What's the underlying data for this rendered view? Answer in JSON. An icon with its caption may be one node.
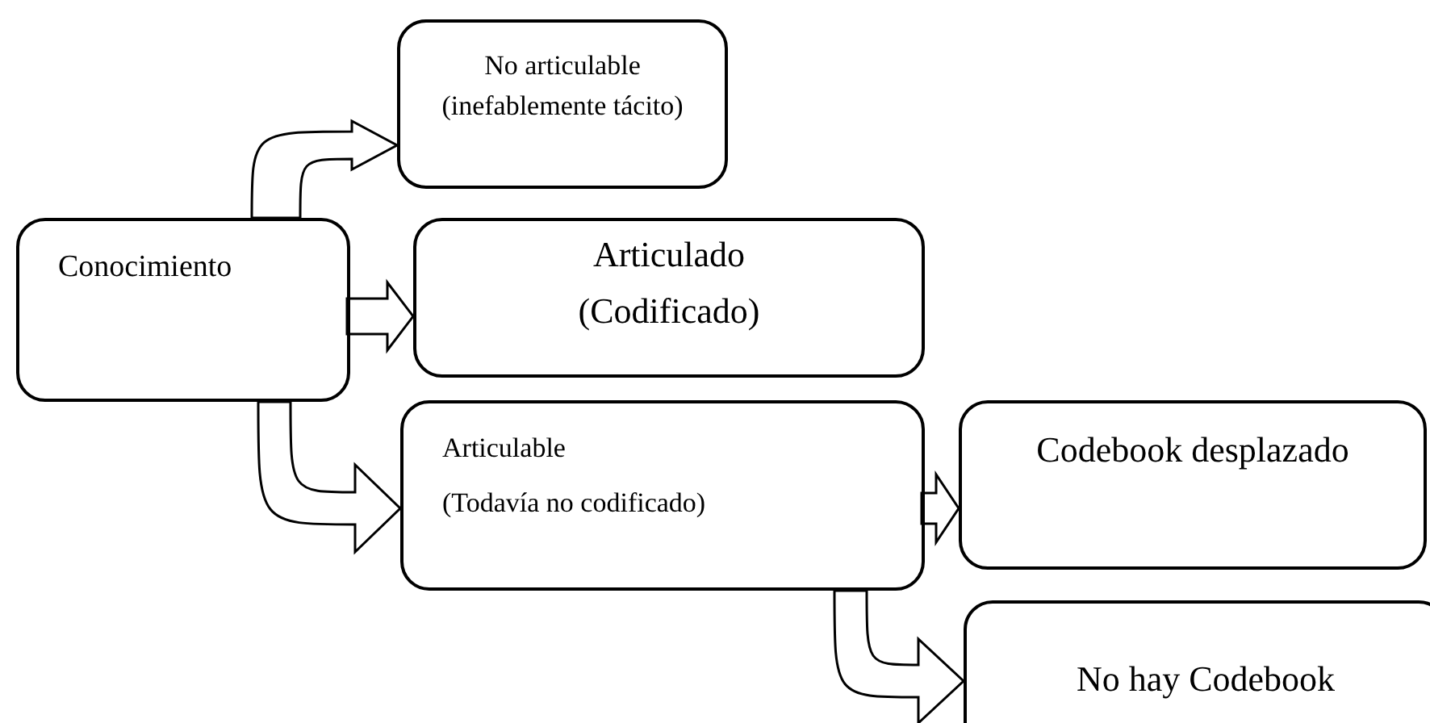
{
  "diagram": {
    "nodes": [
      {
        "text": [
          "Conocimiento"
        ]
      },
      {
        "text": [
          "No articulable",
          "(inefablemente tácito)"
        ]
      },
      {
        "text": [
          "Articulado",
          "(Codificado)"
        ]
      },
      {
        "text": [
          "Articulable",
          "(Todavía no codificado)"
        ]
      },
      {
        "text": [
          "Codebook desplazado"
        ]
      },
      {
        "text": [
          "No hay Codebook"
        ]
      }
    ],
    "edges": [
      {
        "from": 0,
        "to": 1,
        "arrow": "to"
      },
      {
        "from": 0,
        "to": 2,
        "arrow": "to"
      },
      {
        "from": 0,
        "to": 3,
        "arrow": "to"
      },
      {
        "from": 3,
        "to": 4,
        "arrow": "to"
      },
      {
        "from": 3,
        "to": 5,
        "arrow": "to"
      }
    ]
  }
}
